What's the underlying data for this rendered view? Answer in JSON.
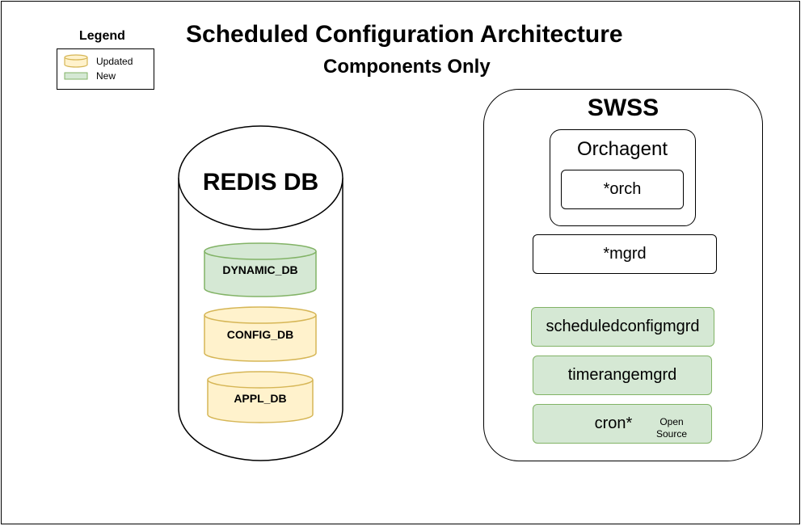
{
  "title": "Scheduled Configuration Architecture",
  "subtitle": "Components Only",
  "legend": {
    "title": "Legend",
    "items": [
      {
        "label": "Updated",
        "fill": "#fff2cc",
        "stroke": "#d6b656"
      },
      {
        "label": "New",
        "fill": "#d5e8d4",
        "stroke": "#82b366"
      }
    ]
  },
  "redis": {
    "label": "REDIS DB",
    "databases": [
      {
        "label": "DYNAMIC_DB",
        "status": "New"
      },
      {
        "label": "CONFIG_DB",
        "status": "Updated"
      },
      {
        "label": "APPL_DB",
        "status": "Updated"
      }
    ]
  },
  "swss": {
    "label": "SWSS",
    "orchagent": {
      "label": "Orchagent",
      "child": "*orch"
    },
    "mgrd": "*mgrd",
    "components": [
      {
        "label": "scheduledconfigmgrd",
        "status": "New"
      },
      {
        "label": "timerangemgrd",
        "status": "New"
      },
      {
        "label": "cron*",
        "status": "New",
        "note": "Open Source"
      }
    ]
  },
  "colors": {
    "new_fill": "#d5e8d4",
    "new_stroke": "#82b366",
    "updated_fill": "#fff2cc",
    "updated_stroke": "#d6b656"
  }
}
